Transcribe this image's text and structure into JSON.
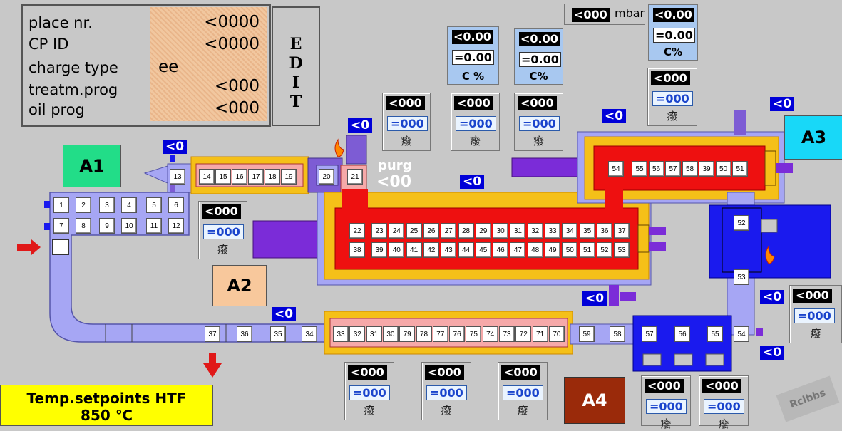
{
  "info_panel": {
    "place_label": "place nr.",
    "place_value": "<0000",
    "cpid_label": "CP ID",
    "cpid_value": "<0000",
    "charge_label": "charge type",
    "charge_value": "ee",
    "treatm_label": "treatm.prog",
    "treatm_value": "<000",
    "oil_label": "oil prog",
    "oil_value": "<000"
  },
  "edit_letters": [
    "E",
    "D",
    "I",
    "T"
  ],
  "zones": {
    "a1": "A1",
    "a2": "A2",
    "a3": "A3",
    "a4": "A4"
  },
  "mbar": {
    "value": "<000",
    "unit": "mbar"
  },
  "carbon": [
    {
      "top": "<0.00",
      "bottom": "=0.00",
      "unit": "C %"
    },
    {
      "top": "<0.00",
      "bottom": "=0.00",
      "unit": "C%"
    },
    {
      "top": "<0.00",
      "bottom": "=0.00",
      "unit": "C%"
    }
  ],
  "sensor": {
    "top": "<000",
    "bottom": "=000",
    "char": "癈"
  },
  "tags": {
    "lt0": "<0"
  },
  "purg": {
    "label": "purg",
    "value": "<00"
  },
  "footer": {
    "line1": "Temp.setpoints HTF",
    "line2": "850 ℃"
  },
  "watermark": "Rclbbs",
  "boxes": {
    "row_a": [
      "1",
      "2",
      "3",
      "4",
      "5",
      "6"
    ],
    "row_b": [
      "7",
      "8",
      "9",
      "10",
      "11",
      "12"
    ],
    "top_line": [
      "14",
      "15",
      "16",
      "17",
      "18",
      "19"
    ],
    "n13": "13",
    "n20": "20",
    "n21": "21",
    "main_row1": [
      "22",
      "23",
      "24",
      "25",
      "26",
      "27",
      "28",
      "29",
      "30",
      "31",
      "32",
      "33",
      "34",
      "35",
      "36",
      "37"
    ],
    "main_row2": [
      "38",
      "39",
      "40",
      "41",
      "42",
      "43",
      "44",
      "45",
      "46",
      "47",
      "48",
      "49",
      "50",
      "51",
      "52",
      "53"
    ],
    "upper_row": [
      "54",
      "55",
      "56",
      "57",
      "58",
      "39",
      "50",
      "51"
    ],
    "bottom_line": [
      "33",
      "32",
      "31",
      "30",
      "79",
      "78",
      "77",
      "76",
      "75",
      "74",
      "73",
      "72",
      "71",
      "70"
    ],
    "left_return": [
      "37",
      "36",
      "35",
      "34"
    ],
    "right_return": [
      "59",
      "58"
    ],
    "quench": [
      "57",
      "56",
      "55",
      "54"
    ],
    "n52": "52",
    "n53": "53"
  }
}
